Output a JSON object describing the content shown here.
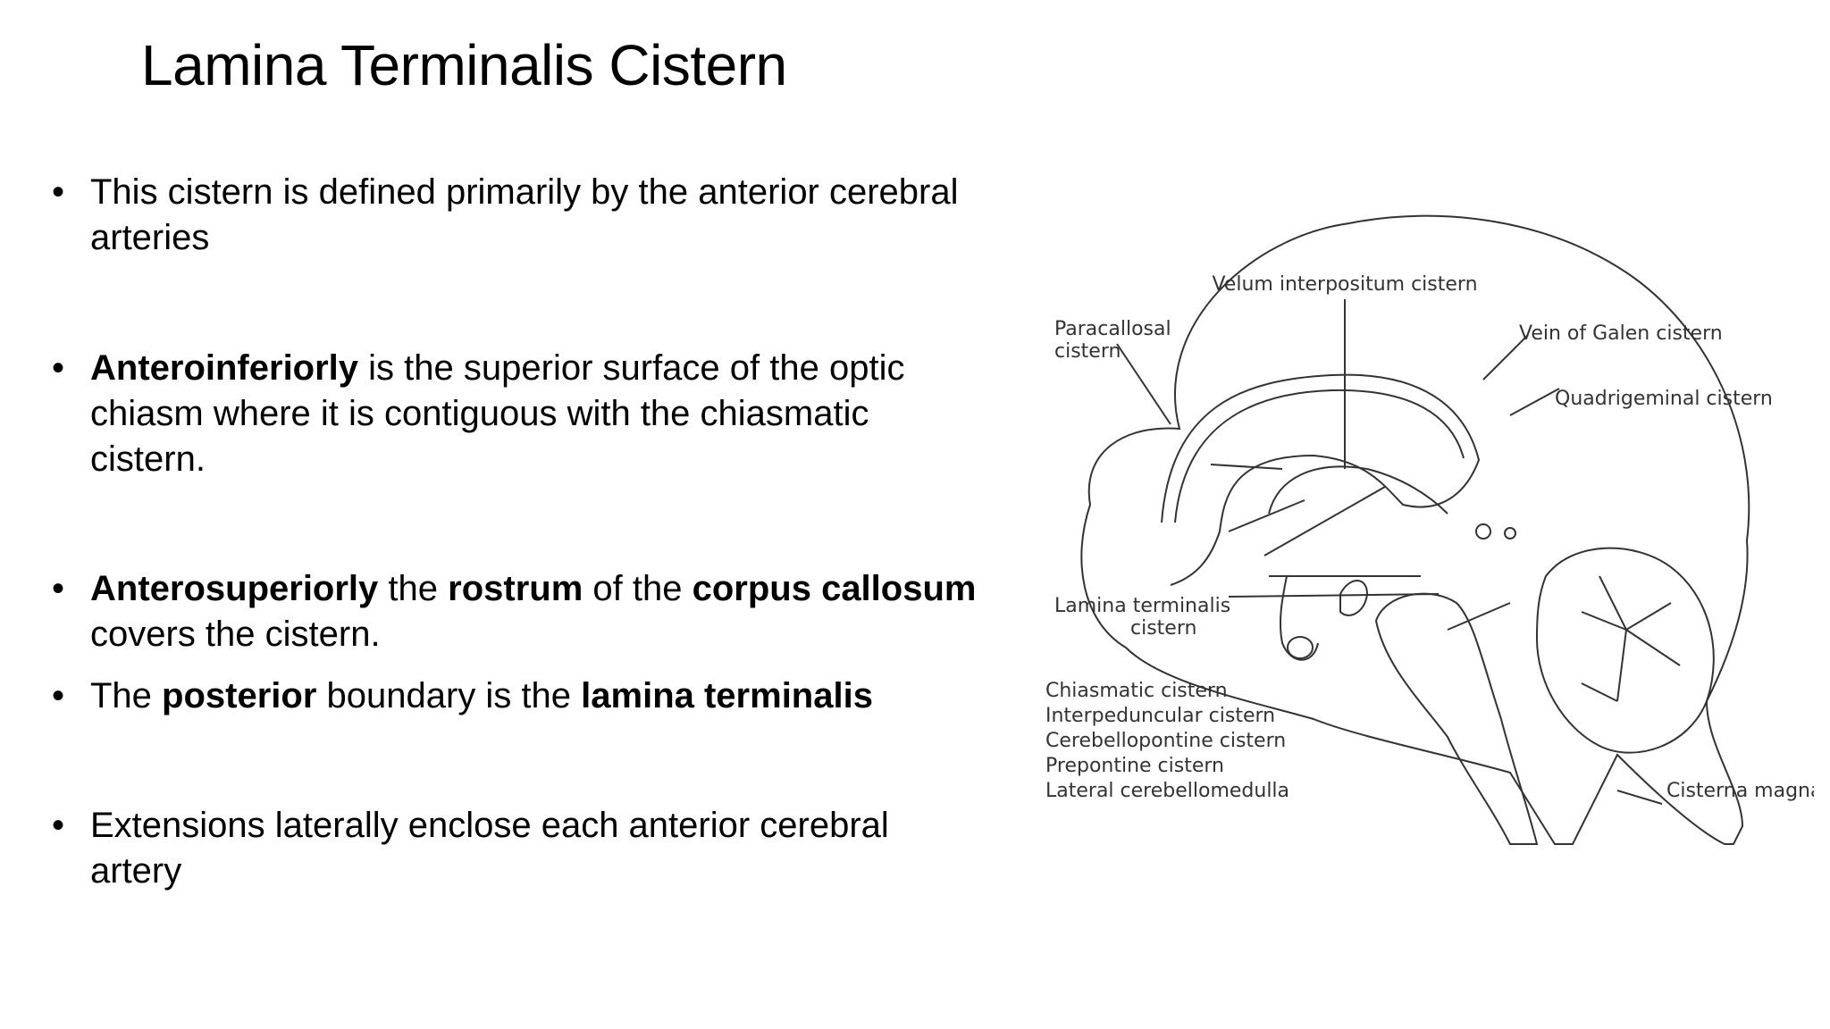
{
  "title": "Lamina Terminalis Cistern",
  "bullets": [
    {
      "marker": "•",
      "segments": [
        {
          "text": "This cistern is  defined  primarily  by  the anterior cerebral arteries",
          "bold": false
        }
      ]
    },
    {
      "marker": "•",
      "segments": [
        {
          "text": " Anteroinferiorly",
          "bold": true
        },
        {
          "text": "  is the superior surface of the optic  chiasm  where it is contiguous with the chiasmatic cistern.",
          "bold": false
        }
      ]
    },
    {
      "marker": "•",
      "segments": [
        {
          "text": " Anterosuperiorly",
          "bold": true
        },
        {
          "text": "  the  ",
          "bold": false
        },
        {
          "text": "rostrum",
          "bold": true
        },
        {
          "text": "  of the ",
          "bold": false
        },
        {
          "text": "corpus callosum",
          "bold": true
        },
        {
          "text": "  covers the  cistern.",
          "bold": false
        }
      ]
    },
    {
      "marker": "•",
      "segments": [
        {
          "text": "The ",
          "bold": false
        },
        {
          "text": "posterior",
          "bold": true
        },
        {
          "text": " boundary is  the ",
          "bold": false
        },
        {
          "text": "lamina terminalis",
          "bold": true
        }
      ]
    },
    {
      "marker": "•",
      "segments": [
        {
          "text": "Extensions laterally  enclose  each anterior cerebral artery",
          "bold": false
        }
      ]
    }
  ],
  "diagram": {
    "labels": {
      "velum": "Velum  interpositum  cistern",
      "paracallosal_1": "Paracallosal",
      "paracallosal_2": "cistern",
      "vein_galen": "Vein of  Galen  cistern",
      "quadrigeminal": "Quadrigeminal  cistern",
      "lamina_1": "Lamina  terminalis",
      "lamina_2": "cistern",
      "chiasmatic": "Chiasmatic  cistern",
      "interpeduncular": "Interpeduncular  cistern",
      "cerebellopontine": "Cerebellopontine  cistern",
      "prepontine": "Prepontine   cistern",
      "lateral": "Lateral  cerebellomedulla",
      "magna": "Cisterna magna"
    }
  }
}
